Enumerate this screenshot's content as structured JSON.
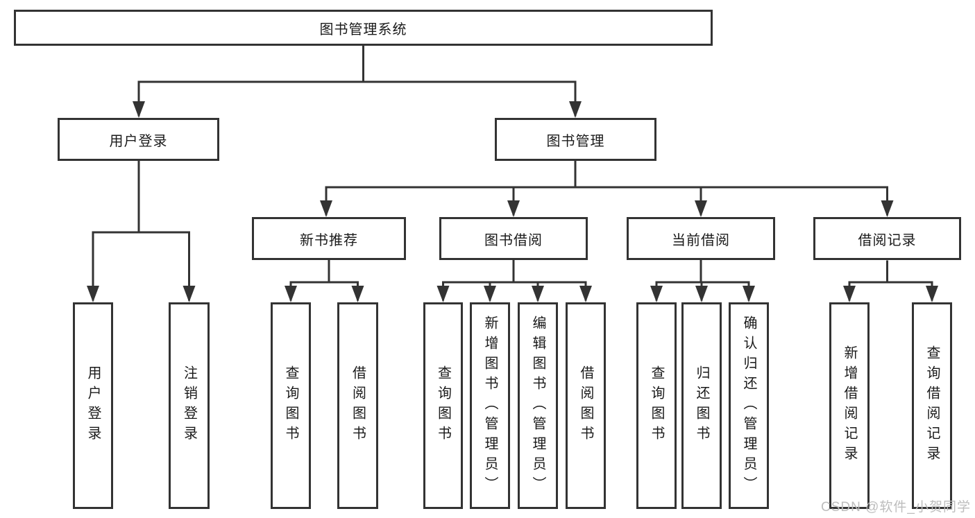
{
  "tree": {
    "root": "图书管理系统",
    "user_login": {
      "label": "用户登录",
      "children": [
        "用户登录",
        "注销登录"
      ]
    },
    "book_management": {
      "label": "图书管理",
      "groups": [
        {
          "label": "新书推荐",
          "children": [
            "查询图书",
            "借阅图书"
          ]
        },
        {
          "label": "图书借阅",
          "children": [
            "查询图书",
            "新增图书（管理员）",
            "编辑图书（管理员）",
            "借阅图书"
          ]
        },
        {
          "label": "当前借阅",
          "children": [
            "查询图书",
            "归还图书",
            "确认归还（管理员）"
          ]
        },
        {
          "label": "借阅记录",
          "children": [
            "新增借阅记录",
            "查询借阅记录"
          ]
        }
      ]
    }
  },
  "watermark": "CSDN @软件_小贺同学",
  "colors": {
    "line": "#333333",
    "text": "#1a1a1a",
    "watermark": "#bdbdbd",
    "background": "#ffffff"
  }
}
